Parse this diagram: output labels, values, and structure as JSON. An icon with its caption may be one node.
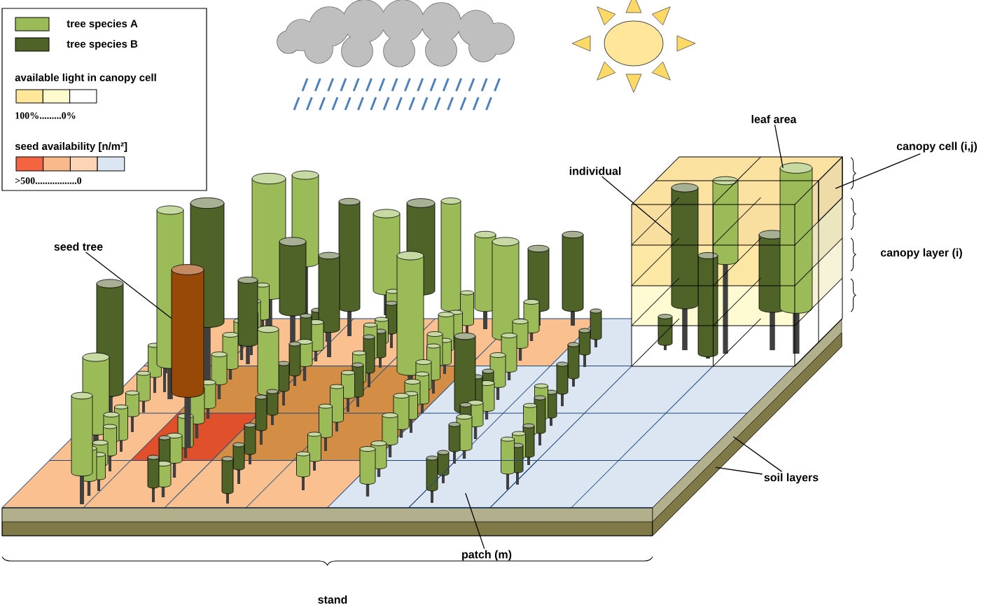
{
  "diagram": {
    "nodes": [
      {
        "text": [
          "seed tree"
        ]
      },
      {
        "text": [],
        "shape": "cylinder"
      },
      {
        "text": [
          "individual"
        ]
      },
      {
        "text": [],
        "shape": "cylinder"
      },
      {
        "text": [
          "leaf area"
        ]
      },
      {
        "text": [],
        "shape": "cylinder"
      },
      {
        "text": [
          "canopy cell (i,j)"
        ]
      },
      {
        "text": [],
        "shape": "box"
      },
      {
        "text": [
          "soil layers"
        ]
      },
      {
        "text": [],
        "shape": "bar"
      },
      {
        "text": [],
        "shape": "bar"
      },
      {
        "text": [
          "patch (m)"
        ]
      },
      {
        "text": [],
        "shape": "box"
      }
    ],
    "edges": [
      {
        "from": 0,
        "to": 1,
        "arrow": "none"
      },
      {
        "from": 2,
        "to": 3,
        "arrow": "none"
      },
      {
        "from": 4,
        "to": 5,
        "arrow": "none"
      },
      {
        "from": 6,
        "to": 7,
        "arrow": "none"
      },
      {
        "from": 8,
        "to": 9,
        "arrow": "none"
      },
      {
        "from": 8,
        "to": 10,
        "arrow": "none"
      },
      {
        "from": 11,
        "to": 12,
        "arrow": "none"
      }
    ],
    "labels": [
      "100%.........0%",
      ">500.................0",
      "canopy layer (i)",
      "stand"
    ],
    "legend": [
      {
        "text": "tree species A",
        "color": "#9bbb59"
      },
      {
        "text": "tree species B",
        "color": "#4f6228"
      },
      {
        "text": "available light in canopy cell"
      },
      {
        "text": "seed availability [n/m²]"
      }
    ]
  }
}
